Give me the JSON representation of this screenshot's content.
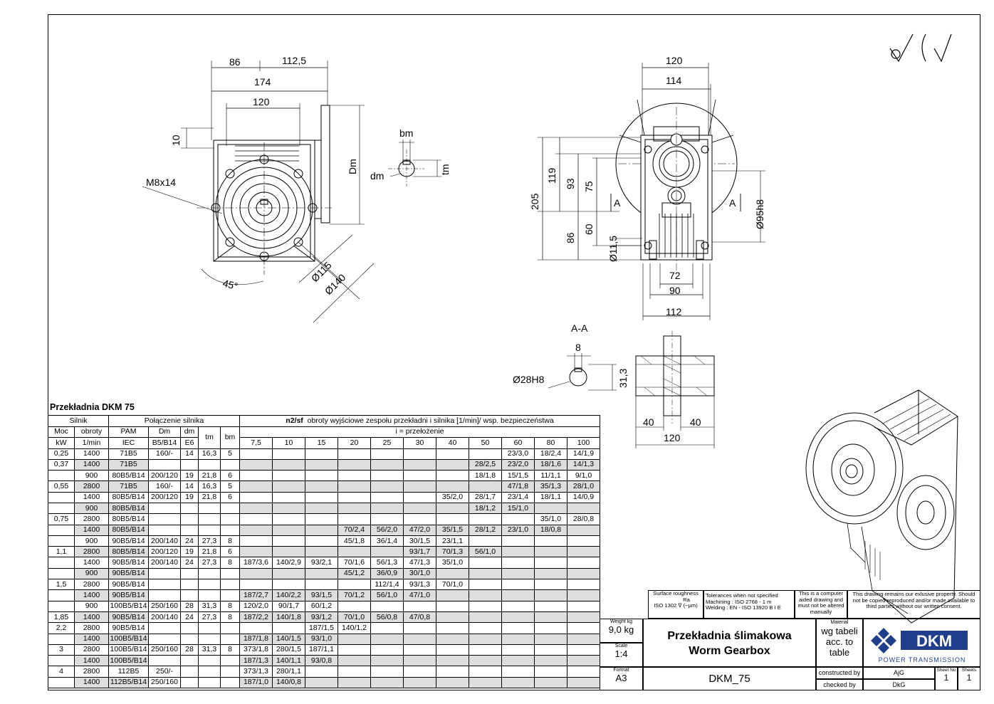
{
  "drawing": {
    "top_dims": [
      "86",
      "112,5",
      "174",
      "120",
      "10",
      "Dm",
      "M8x14",
      "45°",
      "Ø115",
      "Ø140"
    ],
    "key_dims": [
      "bm",
      "dm",
      "tm"
    ],
    "side_dims": [
      "120",
      "114",
      "205",
      "119",
      "93",
      "75",
      "86",
      "60",
      "Ø11,5",
      "A",
      "A",
      "Ø95h8",
      "72",
      "90",
      "112"
    ],
    "section_title": "A-A",
    "section_dims": [
      "8",
      "Ø28H8",
      "31,3",
      "40",
      "40",
      "120"
    ],
    "surface_symbol": "✓ (✓)"
  },
  "table": {
    "title": "Przekładnia DKM 75",
    "h1": {
      "silnik": "Silnik",
      "polaczenie": "Połączenie silnika",
      "n2": "n2/sf",
      "n2_desc": "obroty wyjściowe zespołu przekładni i silnika [1/min]/ wsp. bezpieczeństwa"
    },
    "h2": {
      "moc": "Moc",
      "obroty": "obroty",
      "pam": "PAM",
      "dm": "Dm",
      "dmE": "dm",
      "tm": "tm",
      "bm": "bm",
      "i": "i = przełożenie"
    },
    "h3": {
      "kw": "kW",
      "rpm": "1/min",
      "iec": "IEC",
      "b5": "B5/B14",
      "e6": "E6"
    },
    "ratios": [
      "7,5",
      "10",
      "15",
      "20",
      "25",
      "30",
      "40",
      "50",
      "60",
      "80",
      "100"
    ],
    "rows": [
      {
        "moc": "0,25",
        "rpm": "1400",
        "pam": "71B5",
        "dm": "160/-",
        "dmE": "14",
        "tm": "16,3",
        "bm": "5",
        "v": [
          "",
          "",
          "",
          "",
          "",
          "",
          "",
          "",
          "23/3,0",
          "18/2,4",
          "14/1,9"
        ]
      },
      {
        "moc": "0,37",
        "rpm": "1400",
        "pam": "71B5",
        "dm": "",
        "dmE": "",
        "tm": "",
        "bm": "",
        "v": [
          "",
          "",
          "",
          "",
          "",
          "",
          "",
          "28/2,5",
          "23/2,0",
          "18/1,6",
          "14/1,3"
        ]
      },
      {
        "moc": "",
        "rpm": "900",
        "pam": "80B5/B14",
        "dm": "200/120",
        "dmE": "19",
        "tm": "21,8",
        "bm": "6",
        "v": [
          "",
          "",
          "",
          "",
          "",
          "",
          "",
          "18/1,8",
          "15/1,5",
          "11/1,1",
          "9/1,0"
        ]
      },
      {
        "moc": "0,55",
        "rpm": "2800",
        "pam": "71B5",
        "dm": "160/-",
        "dmE": "14",
        "tm": "16,3",
        "bm": "5",
        "v": [
          "",
          "",
          "",
          "",
          "",
          "",
          "",
          "",
          "47/1,8",
          "35/1,3",
          "28/1,0"
        ]
      },
      {
        "moc": "",
        "rpm": "1400",
        "pam": "80B5/B14",
        "dm": "200/120",
        "dmE": "19",
        "tm": "21,8",
        "bm": "6",
        "v": [
          "",
          "",
          "",
          "",
          "",
          "",
          "35/2,0",
          "28/1,7",
          "23/1,4",
          "18/1,1",
          "14/0,9"
        ]
      },
      {
        "moc": "",
        "rpm": "900",
        "pam": "80B5/B14",
        "dm": "",
        "dmE": "",
        "tm": "",
        "bm": "",
        "v": [
          "",
          "",
          "",
          "",
          "",
          "",
          "",
          "18/1,2",
          "15/1,0",
          "",
          ""
        ]
      },
      {
        "moc": "0,75",
        "rpm": "2800",
        "pam": "80B5/B14",
        "dm": "",
        "dmE": "",
        "tm": "",
        "bm": "",
        "v": [
          "",
          "",
          "",
          "",
          "",
          "",
          "",
          "",
          "",
          "35/1,0",
          "28/0,8"
        ]
      },
      {
        "moc": "",
        "rpm": "1400",
        "pam": "80B5/B14",
        "dm": "",
        "dmE": "",
        "tm": "",
        "bm": "",
        "v": [
          "",
          "",
          "",
          "70/2,4",
          "56/2,0",
          "47/2,0",
          "35/1,5",
          "28/1,2",
          "23/1,0",
          "18/0,8",
          ""
        ]
      },
      {
        "moc": "",
        "rpm": "900",
        "pam": "90B5/B14",
        "dm": "200/140",
        "dmE": "24",
        "tm": "27,3",
        "bm": "8",
        "v": [
          "",
          "",
          "",
          "45/1,8",
          "36/1,4",
          "30/1,5",
          "23/1,1",
          "",
          "",
          "",
          ""
        ]
      },
      {
        "moc": "1,1",
        "rpm": "2800",
        "pam": "80B5/B14",
        "dm": "200/120",
        "dmE": "19",
        "tm": "21,8",
        "bm": "6",
        "v": [
          "",
          "",
          "",
          "",
          "",
          "93/1,7",
          "70/1,3",
          "56/1,0",
          "",
          "",
          ""
        ]
      },
      {
        "moc": "",
        "rpm": "1400",
        "pam": "90B5/B14",
        "dm": "200/140",
        "dmE": "24",
        "tm": "27,3",
        "bm": "8",
        "v": [
          "187/3,6",
          "140/2,9",
          "93/2,1",
          "70/1,6",
          "56/1,3",
          "47/1,3",
          "35/1,0",
          "",
          "",
          "",
          ""
        ]
      },
      {
        "moc": "",
        "rpm": "900",
        "pam": "90B5/B14",
        "dm": "",
        "dmE": "",
        "tm": "",
        "bm": "",
        "v": [
          "",
          "",
          "",
          "45/1,2",
          "36/0,9",
          "30/1,0",
          "",
          "",
          "",
          "",
          ""
        ]
      },
      {
        "moc": "1,5",
        "rpm": "2800",
        "pam": "90B5/B14",
        "dm": "",
        "dmE": "",
        "tm": "",
        "bm": "",
        "v": [
          "",
          "",
          "",
          "",
          "112/1,4",
          "93/1,3",
          "70/1,0",
          "",
          "",
          "",
          ""
        ]
      },
      {
        "moc": "",
        "rpm": "1400",
        "pam": "90B5/B14",
        "dm": "",
        "dmE": "",
        "tm": "",
        "bm": "",
        "v": [
          "187/2,7",
          "140/2,2",
          "93/1,5",
          "70/1,2",
          "56/1,0",
          "47/1,0",
          "",
          "",
          "",
          "",
          ""
        ]
      },
      {
        "moc": "",
        "rpm": "900",
        "pam": "100B5/B14",
        "dm": "250/160",
        "dmE": "28",
        "tm": "31,3",
        "bm": "8",
        "v": [
          "120/2,0",
          "90/1,7",
          "60/1,2",
          "",
          "",
          "",
          "",
          "",
          "",
          "",
          ""
        ]
      },
      {
        "moc": "1,85",
        "rpm": "1400",
        "pam": "90B5/B14",
        "dm": "200/140",
        "dmE": "24",
        "tm": "27,3",
        "bm": "8",
        "v": [
          "187/2,2",
          "140/1,8",
          "93/1,2",
          "70/1,0",
          "56/0,8",
          "47/0,8",
          "",
          "",
          "",
          "",
          ""
        ]
      },
      {
        "moc": "2,2",
        "rpm": "2800",
        "pam": "90B5/B14",
        "dm": "",
        "dmE": "",
        "tm": "",
        "bm": "",
        "v": [
          "",
          "",
          "187/1,5",
          "140/1,2",
          "",
          "",
          "",
          "",
          "",
          "",
          ""
        ]
      },
      {
        "moc": "",
        "rpm": "1400",
        "pam": "100B5/B14",
        "dm": "",
        "dmE": "",
        "tm": "",
        "bm": "",
        "v": [
          "187/1,8",
          "140/1,5",
          "93/1,0",
          "",
          "",
          "",
          "",
          "",
          "",
          "",
          ""
        ]
      },
      {
        "moc": "3",
        "rpm": "2800",
        "pam": "100B5/B14",
        "dm": "250/160",
        "dmE": "28",
        "tm": "31,3",
        "bm": "8",
        "v": [
          "373/1,8",
          "280/1,5",
          "187/1,1",
          "",
          "",
          "",
          "",
          "",
          "",
          "",
          ""
        ]
      },
      {
        "moc": "",
        "rpm": "1400",
        "pam": "100B5/B14",
        "dm": "",
        "dmE": "",
        "tm": "",
        "bm": "",
        "v": [
          "187/1,3",
          "140/1,1",
          "93/0,8",
          "",
          "",
          "",
          "",
          "",
          "",
          "",
          ""
        ]
      },
      {
        "moc": "4",
        "rpm": "2800",
        "pam": "112B5",
        "dm": "250/-",
        "dmE": "",
        "tm": "",
        "bm": "",
        "v": [
          "373/1,3",
          "280/1,1",
          "",
          "",
          "",
          "",
          "",
          "",
          "",
          "",
          ""
        ]
      },
      {
        "moc": "",
        "rpm": "1400",
        "pam": "112B5/B14",
        "dm": "250/160",
        "dmE": "",
        "tm": "",
        "bm": "",
        "v": [
          "187/1,0",
          "140/0,8",
          "",
          "",
          "",
          "",
          "",
          "",
          "",
          "",
          ""
        ]
      }
    ]
  },
  "title_block": {
    "surface": "Surface roughness",
    "ra": "Ra",
    "iso1302": "ISO 1302",
    "um": "(~µm)",
    "tol1": "Tolerances when not specified",
    "tol2": "Machining : ISO 2768 - 1    m",
    "tol3": "Welding : EN - ISO 13920  B I E",
    "cad": "This is a computer aided drawing and must not be altered manually",
    "prop": "This drawing remains our exlusive property. Should not be copied reproduced and/or made available to third parties without our written consent.",
    "weight_lbl": "Weight kg",
    "weight": "9,0 kg",
    "scale_lbl": "Scale",
    "scale": "1:4",
    "format_lbl": "Format",
    "format": "A3",
    "name_pl": "Przekładnia ślimakowa",
    "name_en": "Worm Gearbox",
    "code": "DKM_75",
    "material_lbl": "Material",
    "material1": "wg tabeli",
    "material2": "acc. to",
    "material3": "table",
    "constructed_lbl": "constructed by",
    "constructed": "AjG",
    "checked_lbl": "checked by",
    "checked": "DkG",
    "sheetno_lbl": "Sheet No",
    "sheetno": "1",
    "sheets_lbl": "Sheets",
    "sheets": "1",
    "logo": "DKM",
    "logo_sub": "POWER TRANSMISSION"
  }
}
